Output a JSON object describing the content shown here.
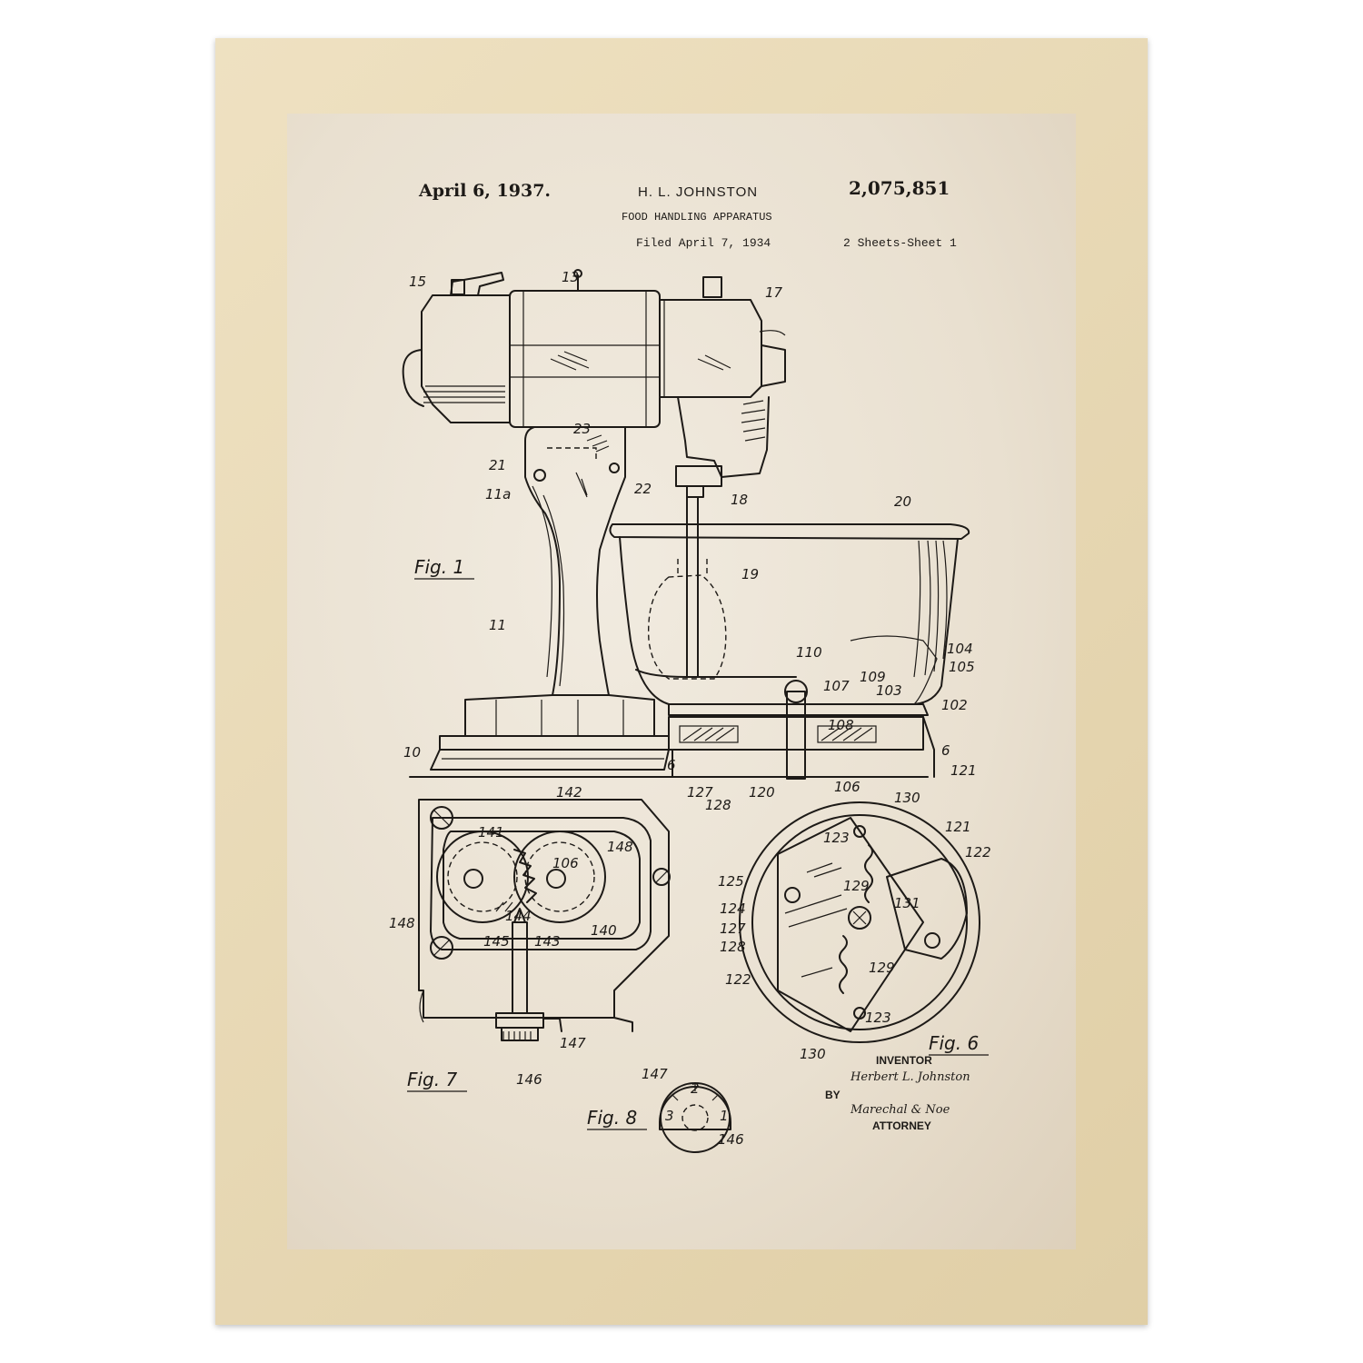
{
  "header": {
    "date": "April 6, 1937.",
    "inventor_name": "H. L. JOHNSTON",
    "patent_number": "2,075,851",
    "title": "FOOD HANDLING APPARATUS",
    "filed": "Filed April 7, 1934",
    "sheets": "2 Sheets-Sheet 1"
  },
  "figures": {
    "fig1": "Fig. 1",
    "fig6": "Fig. 6",
    "fig7": "Fig. 7",
    "fig8": "Fig. 8"
  },
  "fig1_labels": {
    "l15": "15",
    "l13": "13",
    "l17": "17",
    "l23": "23",
    "l21": "21",
    "l11a": "11a",
    "l22": "22",
    "l18": "18",
    "l20": "20",
    "l19": "19",
    "l11": "11",
    "l110": "110",
    "l104": "104",
    "l105": "105",
    "l107": "107",
    "l109": "109",
    "l103": "103",
    "l102": "102",
    "l108": "108",
    "l10": "10",
    "l6a": "6",
    "l6b": "6",
    "l121": "121",
    "l127": "127",
    "l128": "128",
    "l120": "120",
    "l106": "106"
  },
  "fig7_labels": {
    "l142": "142",
    "l141": "141",
    "l106": "106",
    "l148a": "148",
    "l148b": "148",
    "l144": "144",
    "l145": "145",
    "l143": "143",
    "l140": "140",
    "l147": "147",
    "l146": "146"
  },
  "fig6_labels": {
    "l130a": "130",
    "l121": "121",
    "l123a": "123",
    "l122a": "122",
    "l125": "125",
    "l129a": "129",
    "l124": "124",
    "l131": "131",
    "l127": "127",
    "l128": "128",
    "l129b": "129",
    "l122b": "122",
    "l123b": "123",
    "l130b": "130"
  },
  "fig8_labels": {
    "l147": "147",
    "d2": "2",
    "d3": "3",
    "d1": "1",
    "l146": "146"
  },
  "signature": {
    "inventor_caption": "INVENTOR",
    "inventor_signature": "Herbert L. Johnston",
    "by": "BY",
    "attorney_signature": "Marechal & Noe",
    "attorney_caption": "ATTORNEY"
  },
  "colors": {
    "frame": "#e9d7ad",
    "paper": "#ece4d6",
    "ink": "#1d1a17"
  }
}
